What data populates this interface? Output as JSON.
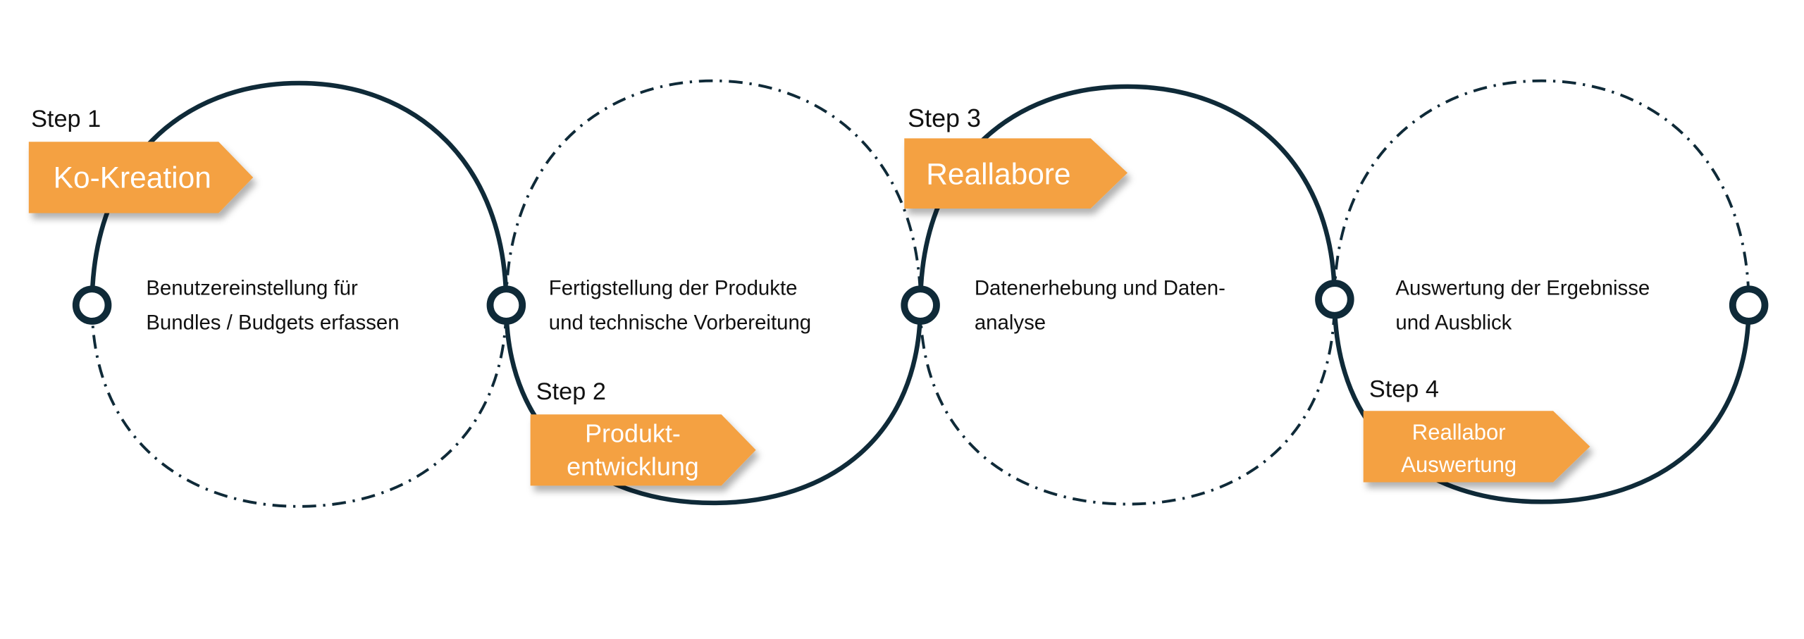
{
  "colors": {
    "accent": "#F4A142",
    "line": "#0F2A38",
    "text": "#111111"
  },
  "steps": [
    {
      "step": "Step 1",
      "title": "Ko-Kreation",
      "title_lines": [
        "Ko-Kreation"
      ],
      "description": [
        "Benutzereinstellung für",
        "Bundles / Budgets erfassen"
      ]
    },
    {
      "step": "Step 2",
      "title_lines": [
        "Produkt-",
        "entwicklung"
      ],
      "description": [
        "Fertigstellung der Produkte",
        "und technische Vorbereitung"
      ]
    },
    {
      "step": "Step 3",
      "title_lines": [
        "Reallabore"
      ],
      "description": [
        "Datenerhebung und Daten-",
        "analyse"
      ]
    },
    {
      "step": "Step 4",
      "title_lines": [
        "Reallabor",
        "Auswertung"
      ],
      "description": [
        "Auswertung der Ergebnisse",
        "und Ausblick"
      ]
    }
  ]
}
